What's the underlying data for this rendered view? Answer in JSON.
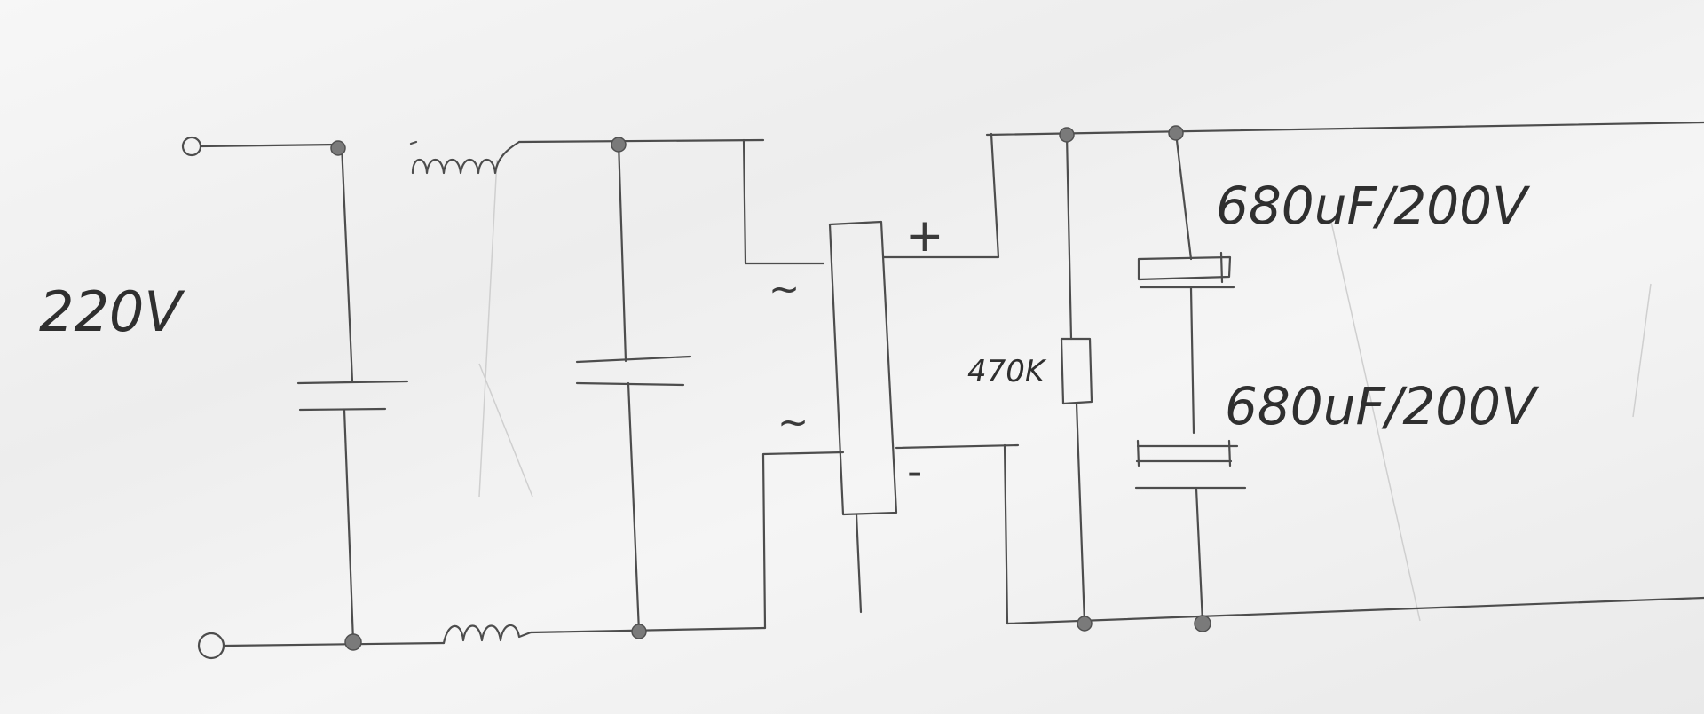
{
  "diagram": {
    "labels": {
      "voltage": "220V",
      "cap_upper": "680uF/200V",
      "cap_lower": "680uF/200V",
      "resistor": "470K",
      "bridge_ac_top": "~",
      "bridge_ac_bottom": "~",
      "bridge_plus": "+",
      "bridge_minus": "-"
    }
  }
}
